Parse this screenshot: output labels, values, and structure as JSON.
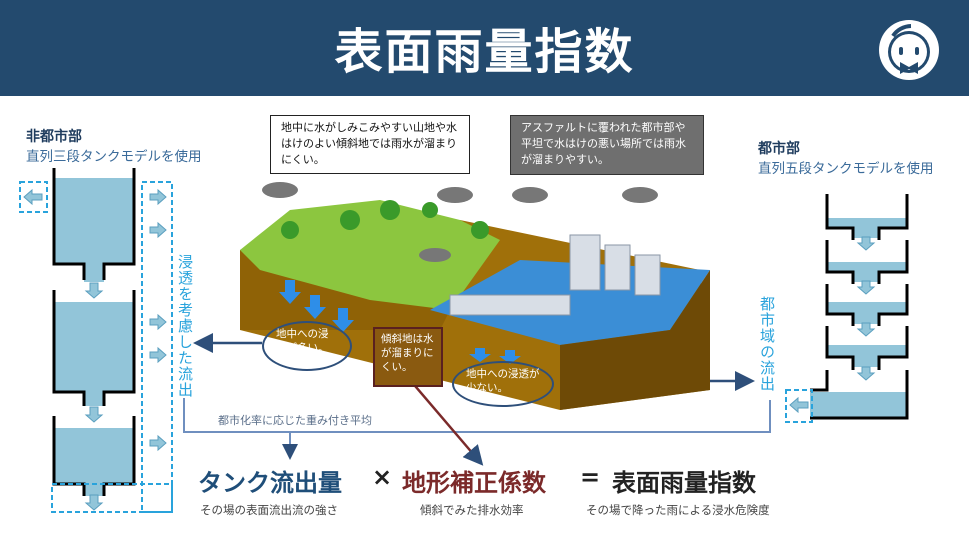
{
  "header": {
    "title": "表面雨量指数",
    "logo_icon": "mascot-logo-icon"
  },
  "left": {
    "title": "非都市部",
    "subtitle": "直列三段タンクモデルを使用",
    "vertical_label": "浸透を考慮した流出"
  },
  "right": {
    "title": "都市部",
    "subtitle": "直列五段タンクモデルを使用",
    "vertical_label": "都市域の流出"
  },
  "notes": {
    "mountain": "地中に水がしみこみやすい山地や水はけのよい傾斜地では雨水が溜まりにくい。",
    "urban": "アスファルトに覆われた都市部や平坦で水はけの悪い場所では雨水が溜まりやすい。"
  },
  "callouts": {
    "infiltration_high": "地中への浸透が多い。",
    "slope": "傾斜地は水が溜まりにくい。",
    "infiltration_low": "地中への浸透が少ない。"
  },
  "weighted_average": "都市化率に応じた重み付き平均",
  "formula": {
    "term1": "タンク流出量",
    "times": "×",
    "term2": "地形補正係数",
    "equals": "=",
    "result": "表面雨量指数",
    "term1_desc": "その場の表面流出流の強さ",
    "term2_desc": "傾斜でみた排水効率",
    "result_desc": "その場で降った雨による浸水危険度"
  },
  "colors": {
    "header": "#234a6e",
    "water": "#92c5d9",
    "accent_blue": "#29a3dc",
    "term1": "#1f4e79",
    "term2": "#7b2a2a"
  }
}
